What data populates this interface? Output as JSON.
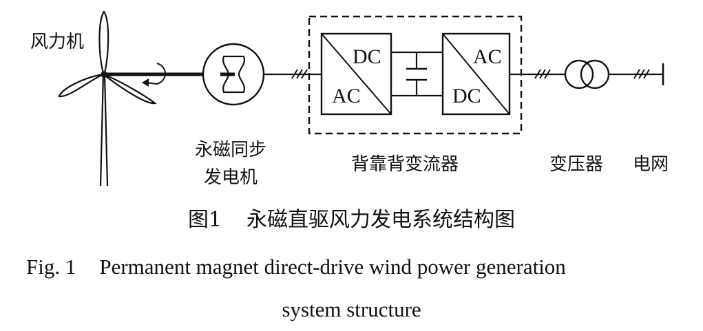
{
  "labels": {
    "turbine": "风力机",
    "generator_line1": "永磁同步",
    "generator_line2": "发电机",
    "converter": "背靠背变流器",
    "transformer": "变压器",
    "grid": "电网"
  },
  "converter_blocks": {
    "left": {
      "top_right": "DC",
      "bottom_left": "AC"
    },
    "right": {
      "top_right": "AC",
      "bottom_left": "DC"
    }
  },
  "caption": {
    "cn_number": "图1",
    "cn_title": "永磁直驱风力发电系统结构图",
    "en_number": "Fig. 1",
    "en_title_line1": "Permanent magnet direct-drive wind power generation",
    "en_title_line2": "system structure"
  }
}
